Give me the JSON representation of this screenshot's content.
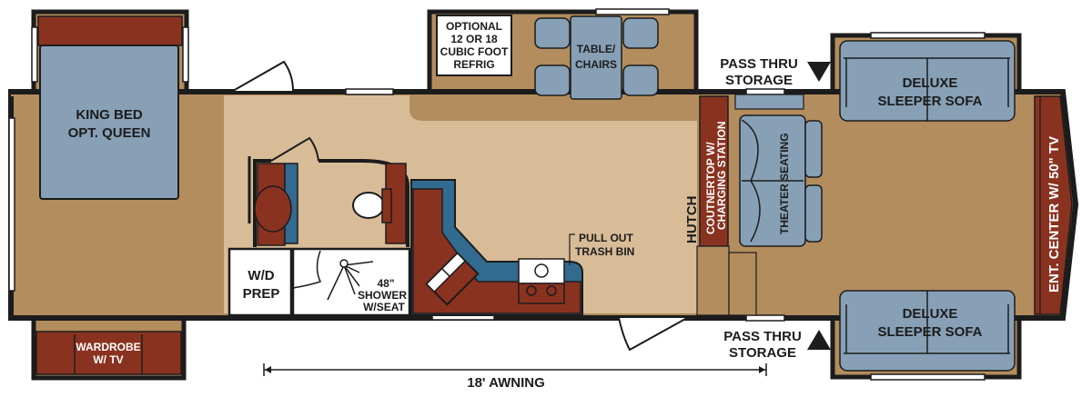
{
  "colors": {
    "floor": "#b38d5e",
    "floor_light": "#d8bc98",
    "upholstery": "#87a0b6",
    "cabinet": "#8a3220",
    "counter": "#336a8f",
    "wall": "#1c1c1c"
  },
  "labels": {
    "bed": [
      "KING BED",
      "OPT. QUEEN"
    ],
    "wardrobe": [
      "WARDROBE",
      "W/ TV"
    ],
    "refrig": [
      "OPTIONAL",
      "12 OR 18",
      "CUBIC FOOT",
      "REFRIG"
    ],
    "table": [
      "TABLE/",
      "CHAIRS"
    ],
    "pass_thru_top": [
      "PASS THRU",
      "STORAGE"
    ],
    "pass_thru_bottom": [
      "PASS THRU",
      "STORAGE"
    ],
    "sofa_top": [
      "DELUXE",
      "SLEEPER SOFA"
    ],
    "sofa_bottom": [
      "DELUXE",
      "SLEEPER SOFA"
    ],
    "ent_center": "ENT. CENTER W/ 50\" TV",
    "hutch": "HUTCH",
    "countertop": [
      "COUTNERTOP W/",
      "CHARGING STATION"
    ],
    "theater": "THEATER SEATING",
    "trash": [
      "PULL OUT",
      "TRASH BIN"
    ],
    "wd": [
      "W/D",
      "PREP"
    ],
    "shower": [
      "48\"",
      "SHOWER",
      "W/SEAT"
    ],
    "awning": "18' AWNING"
  }
}
